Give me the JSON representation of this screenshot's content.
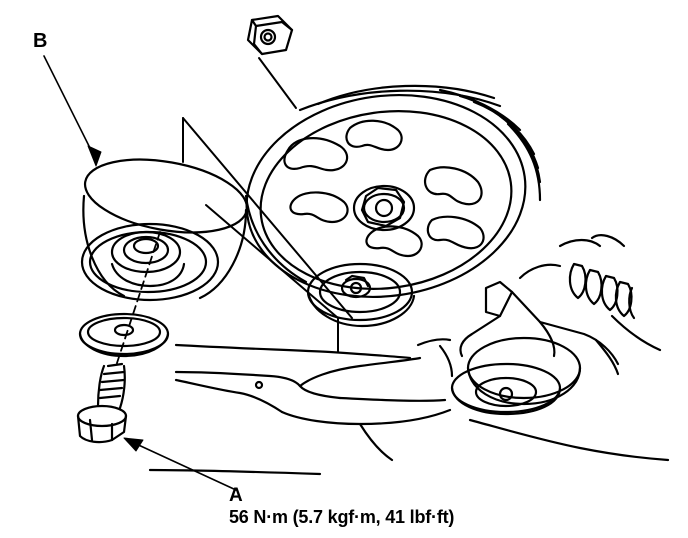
{
  "labels": {
    "part_b": "B",
    "part_a": "A",
    "torque_spec": "56 N·m (5.7 kgf·m, 41 lbf·ft)"
  },
  "colors": {
    "line": "#000000",
    "background": "#ffffff"
  }
}
